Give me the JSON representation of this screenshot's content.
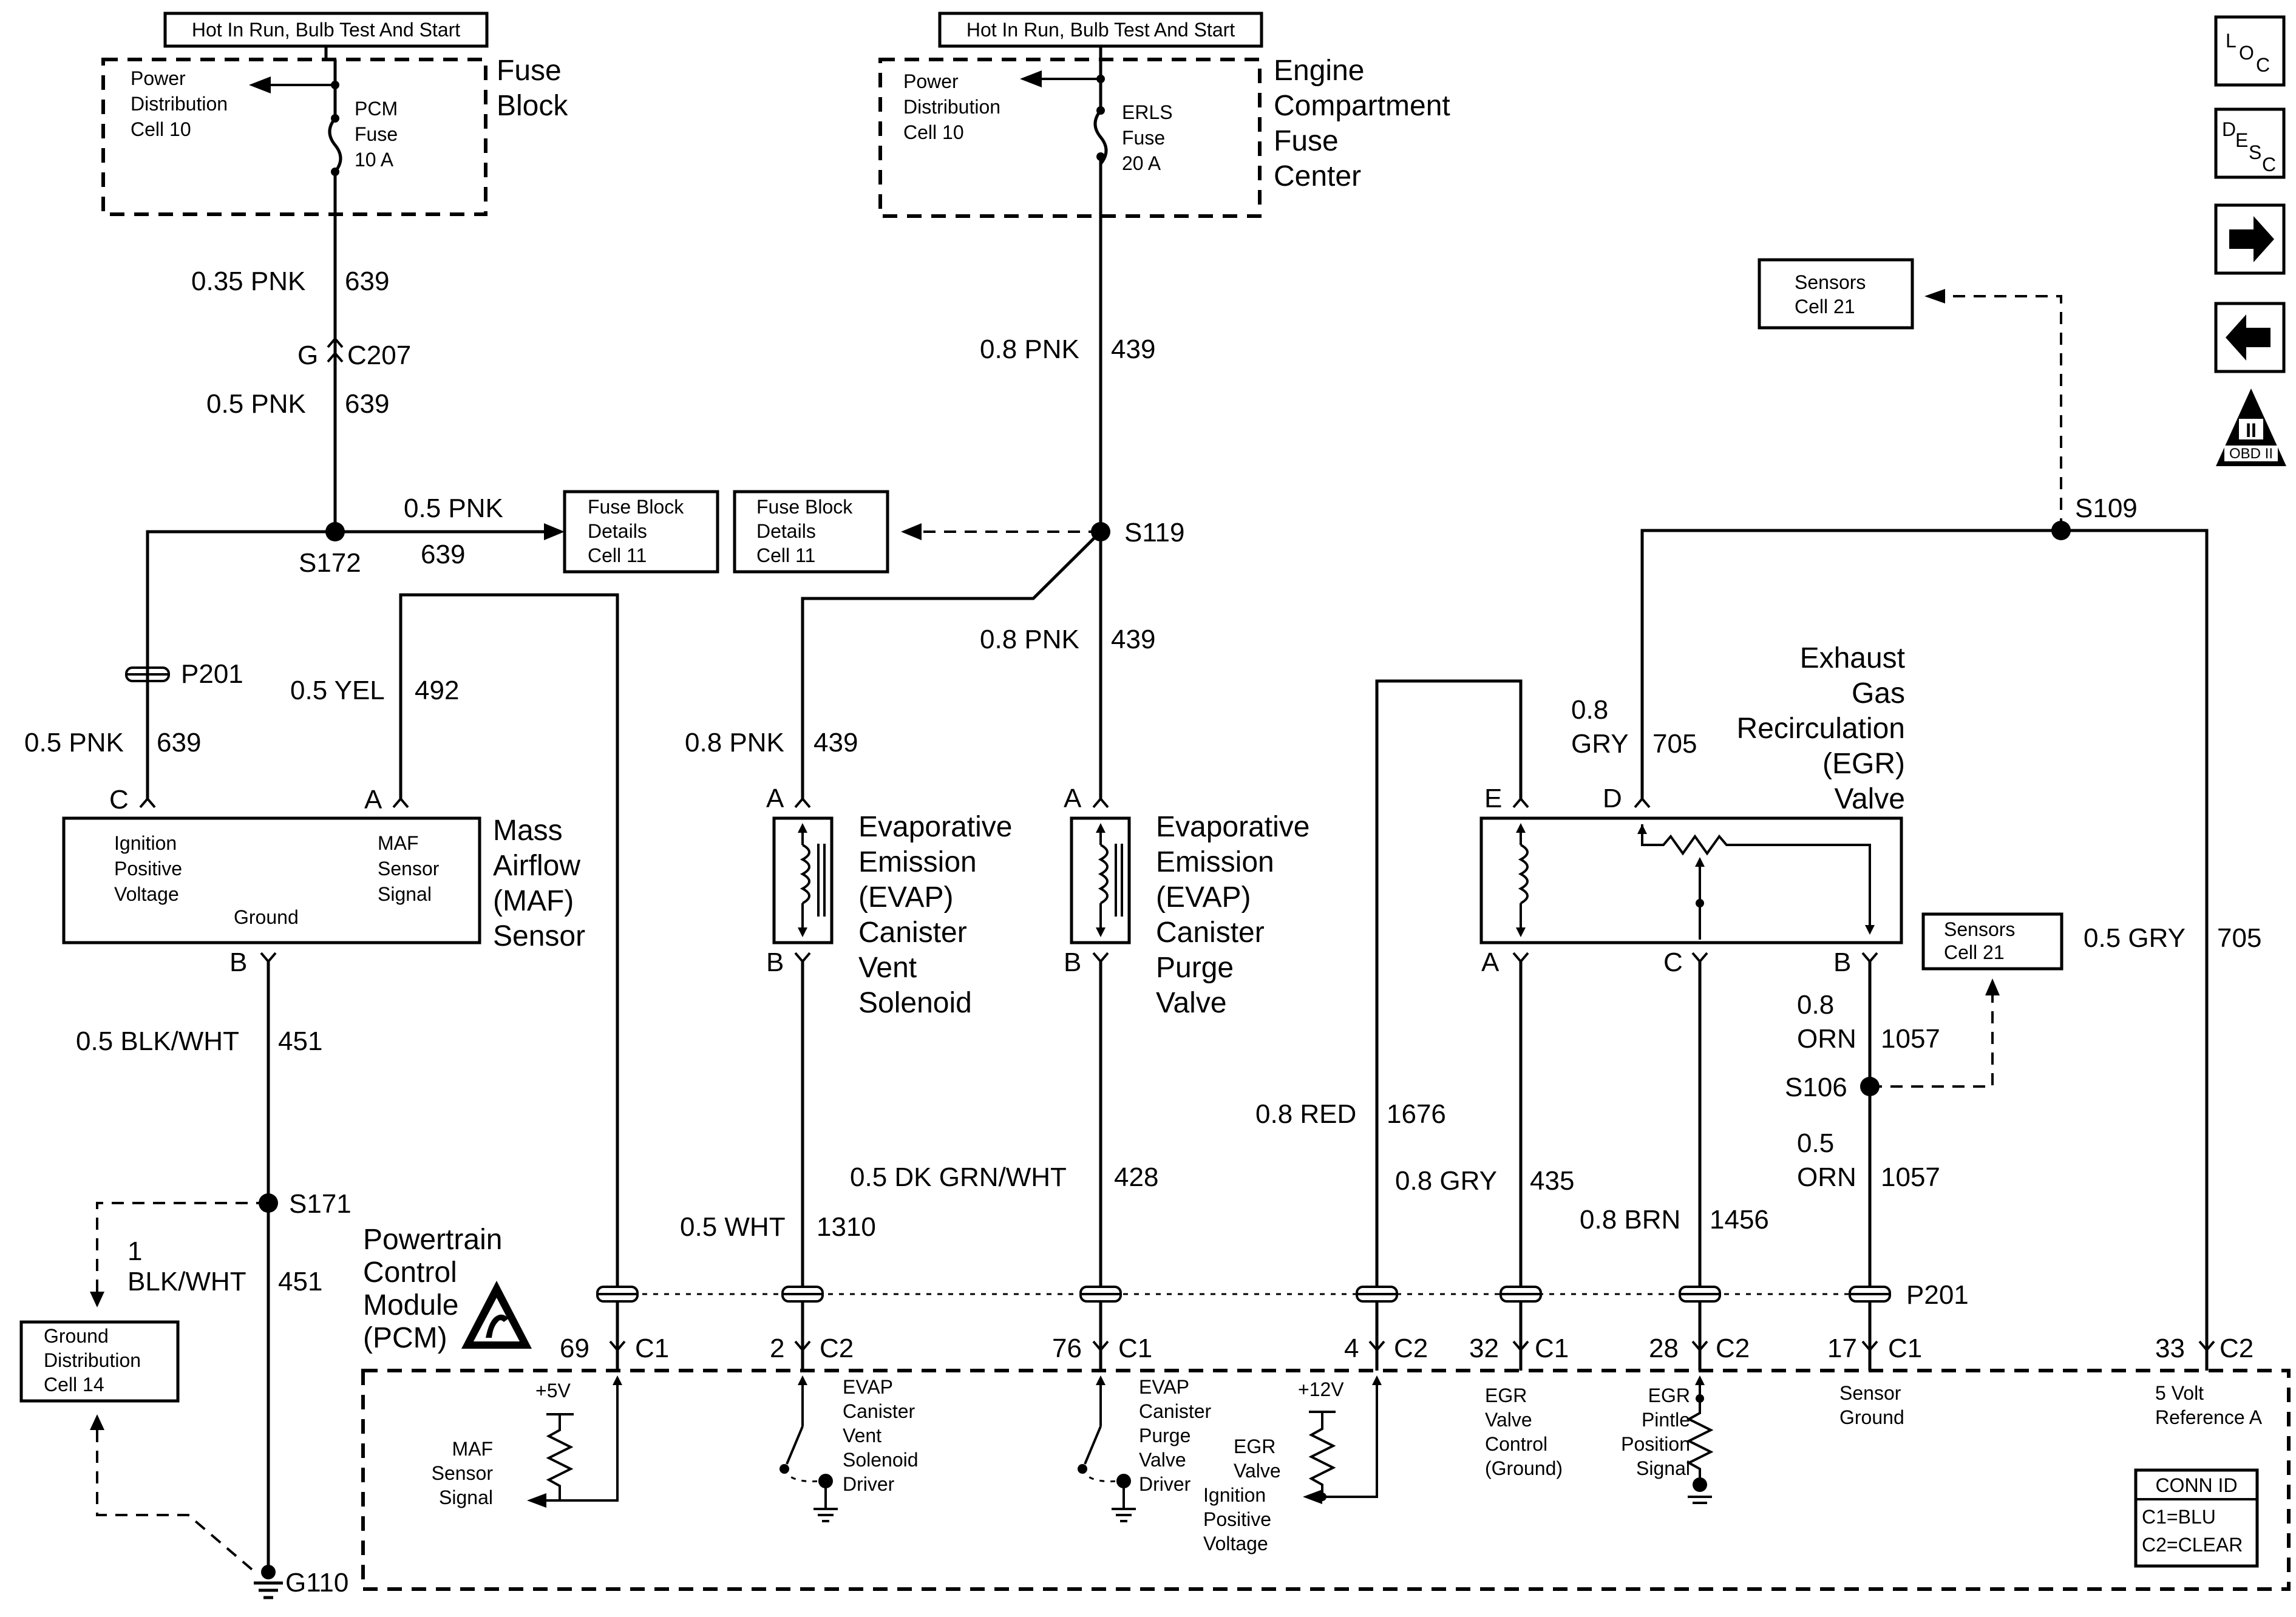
{
  "fuse_block": {
    "hot_label": "Hot In Run, Bulb Test And Start",
    "power_dist": [
      "Power",
      "Distribution",
      "Cell 10"
    ],
    "fuse": [
      "PCM",
      "Fuse",
      "10 A"
    ],
    "title": [
      "Fuse",
      "Block"
    ]
  },
  "engine_fuse": {
    "hot_label": "Hot In Run, Bulb Test And Start",
    "power_dist": [
      "Power",
      "Distribution",
      "Cell 10"
    ],
    "fuse": [
      "ERLS",
      "Fuse",
      "20 A"
    ],
    "title": [
      "Engine",
      "Compartment",
      "Fuse",
      "Center"
    ]
  },
  "nav": {
    "loc": "LOC",
    "desc": "DESC",
    "obd": "OBD II",
    "obd_numeral": "II"
  },
  "wires": {
    "w_035pnk": "0.35 PNK",
    "n639": "639",
    "g_conn": "G",
    "c207": "C207",
    "w_05pnk": "0.5 PNK",
    "w_08pnk": "0.8 PNK",
    "n439": "439",
    "w_05yel": "0.5 YEL",
    "n492": "492",
    "w_05blkwht": "0.5 BLK/WHT",
    "n451": "451",
    "w_1": "1",
    "w_blkwht": "BLK/WHT",
    "w_05wht": "0.5 WHT",
    "n1310": "1310",
    "w_05dkgrnwht": "0.5 DK GRN/WHT",
    "n428": "428",
    "w_08red": "0.8 RED",
    "n1676": "1676",
    "w_08gry": "0.8 GRY",
    "n435": "435",
    "w_08brn": "0.8 BRN",
    "n1456": "1456",
    "w_08": "0.8",
    "w_05": "0.5",
    "w_orn": "ORN",
    "n1057": "1057",
    "w_gry": "GRY",
    "n705": "705",
    "w_05gry": "0.5 GRY"
  },
  "splices": {
    "s172": "S172",
    "s119": "S119",
    "s109": "S109",
    "s171": "S171",
    "s106": "S106",
    "p201": "P201",
    "g110": "G110"
  },
  "refs": {
    "fuse_block_details": [
      "Fuse Block",
      "Details",
      "Cell 11"
    ],
    "sensors_cell21": [
      "Sensors",
      "Cell 21"
    ],
    "ground_dist": [
      "Ground",
      "Distribution",
      "Cell 14"
    ]
  },
  "maf": {
    "title": [
      "Mass",
      "Airflow",
      "(MAF)",
      "Sensor"
    ],
    "pin_c": "C",
    "pin_a": "A",
    "pin_b": "B",
    "ign": [
      "Ignition",
      "Positive",
      "Voltage"
    ],
    "sig": [
      "MAF",
      "Sensor",
      "Signal"
    ],
    "ground": "Ground"
  },
  "evap_vent": {
    "title": [
      "Evaporative",
      "Emission",
      "(EVAP)",
      "Canister",
      "Vent",
      "Solenoid"
    ],
    "pin_a": "A",
    "pin_b": "B"
  },
  "evap_purge": {
    "title": [
      "Evaporative",
      "Emission",
      "(EVAP)",
      "Canister",
      "Purge",
      "Valve"
    ],
    "pin_a": "A",
    "pin_b": "B"
  },
  "egr": {
    "title": [
      "Exhaust",
      "Gas",
      "Recirculation",
      "(EGR)",
      "Valve"
    ],
    "pin_e": "E",
    "pin_d": "D",
    "pin_a": "A",
    "pin_c": "C",
    "pin_b": "B"
  },
  "pcm": {
    "title": [
      "Powertrain",
      "Control",
      "Module",
      "(PCM)"
    ],
    "pins": [
      {
        "num": "69",
        "conn": "C1"
      },
      {
        "num": "2",
        "conn": "C2"
      },
      {
        "num": "76",
        "conn": "C1"
      },
      {
        "num": "4",
        "conn": "C2"
      },
      {
        "num": "32",
        "conn": "C1"
      },
      {
        "num": "28",
        "conn": "C2"
      },
      {
        "num": "17",
        "conn": "C1"
      },
      {
        "num": "33",
        "conn": "C2"
      }
    ],
    "v5": "+5V",
    "v12": "+12V",
    "maf_signal": [
      "MAF",
      "Sensor",
      "Signal"
    ],
    "evap_vent_driver": [
      "EVAP",
      "Canister",
      "Vent",
      "Solenoid",
      "Driver"
    ],
    "evap_purge_driver": [
      "EVAP",
      "Canister",
      "Purge",
      "Valve",
      "Driver"
    ],
    "egr_ign": [
      "EGR",
      "Valve",
      "Ignition",
      "Positive",
      "Voltage"
    ],
    "egr_ctrl": [
      "EGR",
      "Valve",
      "Control",
      "(Ground)"
    ],
    "egr_pintle": [
      "EGR",
      "Pintle",
      "Position",
      "Signal"
    ],
    "sensor_ground": [
      "Sensor",
      "Ground"
    ],
    "ref_5v": [
      "5 Volt",
      "Reference A"
    ],
    "conn_id": [
      "CONN ID",
      "C1=BLU",
      "C2=CLEAR"
    ]
  }
}
